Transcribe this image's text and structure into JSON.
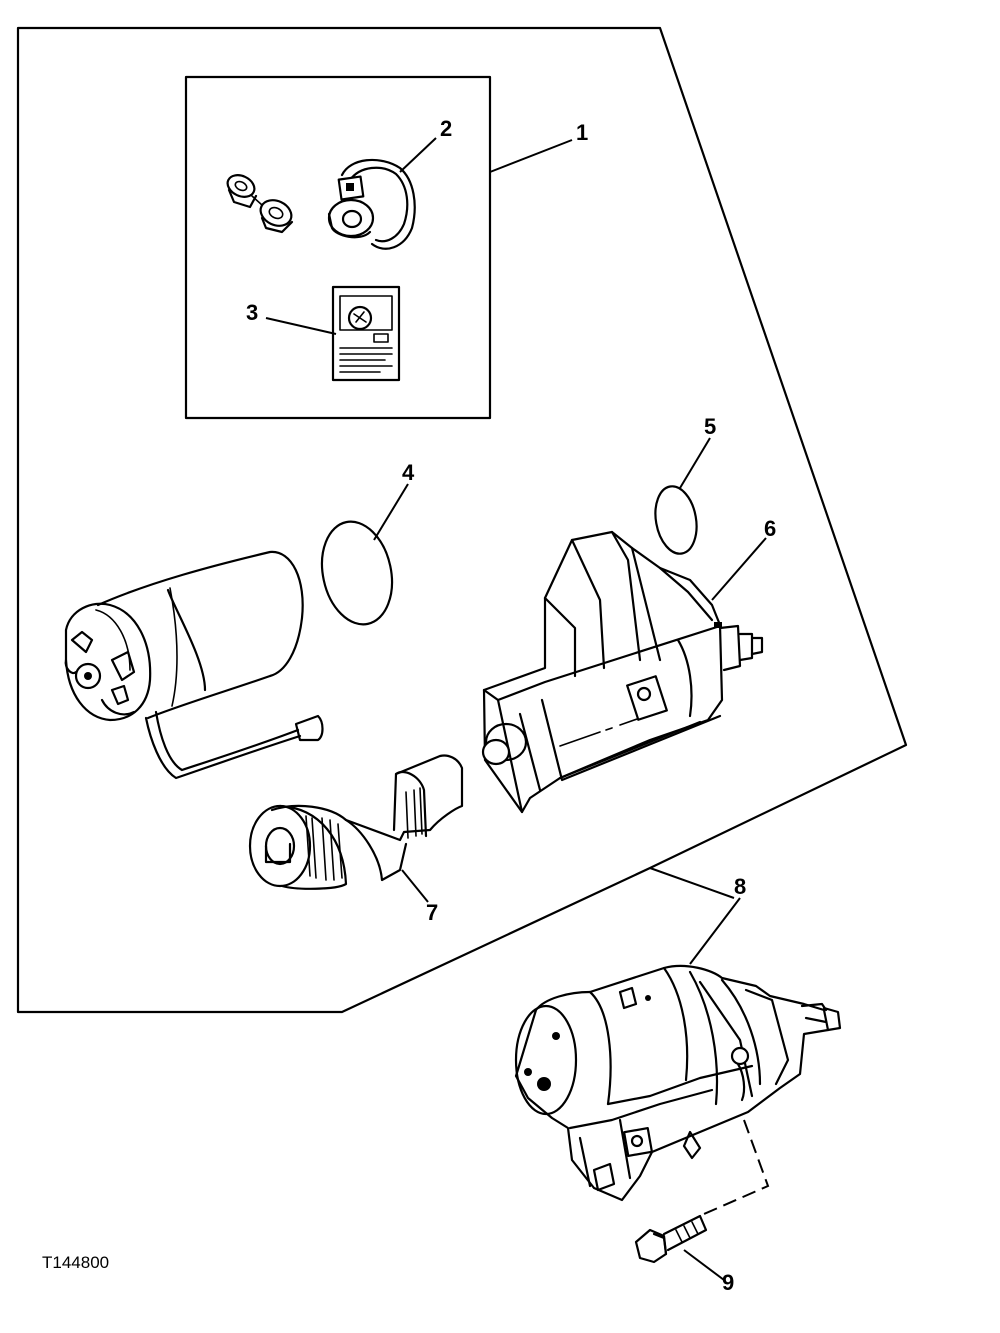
{
  "callouts": {
    "c1": "1",
    "c2": "2",
    "c3": "3",
    "c4": "4",
    "c5": "5",
    "c6": "6",
    "c7": "7",
    "c8": "8",
    "c9": "9"
  },
  "figure_ref": "T144800"
}
